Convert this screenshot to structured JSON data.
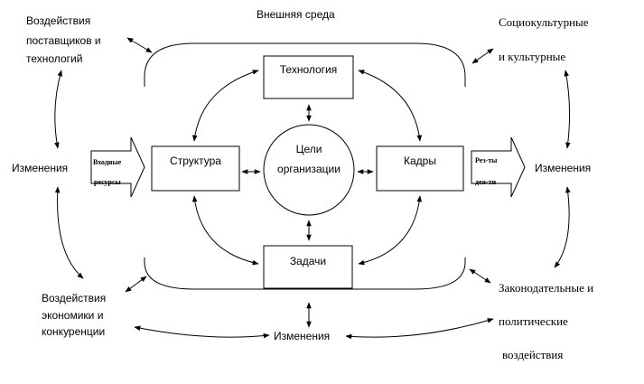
{
  "environment": {
    "title": "Внешняя среда"
  },
  "center": {
    "line1": "Цели",
    "line2": "организации"
  },
  "boxes": {
    "technology": "Технология",
    "structure": "Структура",
    "personnel": "Кадры",
    "tasks": "Задачи"
  },
  "input_arrow": {
    "line1": "Входные",
    "line2": "ресурсы"
  },
  "output_arrow": {
    "line1": "Рез-ты",
    "line2": "дея-ти"
  },
  "outer": {
    "suppliers": [
      "Воздействия",
      "поставщиков и",
      "технологий"
    ],
    "sociocultural": [
      "Социокультурные",
      "и культурные"
    ],
    "changes_left": "Изменения",
    "changes_right": "Изменения",
    "changes_bottom": "Изменения",
    "economy": [
      "Воздействия",
      "экономики и",
      "конкуренции"
    ],
    "legal": [
      "Законодательные и",
      "политические",
      "воздействия"
    ]
  }
}
